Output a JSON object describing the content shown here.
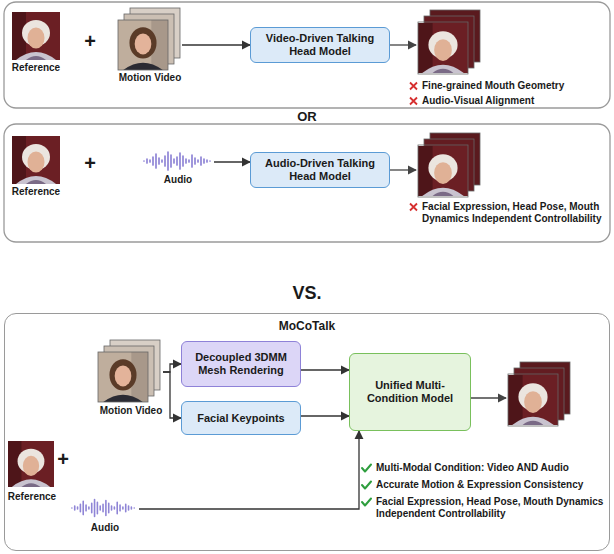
{
  "diagram": {
    "nodes": [
      {
        "text": [
          "Reference"
        ]
      },
      {
        "text": [
          "Motion Video"
        ]
      },
      {
        "text": [
          "Video-Driven Talking Head Model"
        ]
      },
      {
        "text": [
          "Reference"
        ]
      },
      {
        "text": [
          "Audio"
        ]
      },
      {
        "text": [
          "Audio-Driven Talking Head Model"
        ]
      },
      {
        "text": [
          "MoCoTalk"
        ]
      },
      {
        "text": [
          "Motion Video"
        ],
        "in": 6
      },
      {
        "text": [
          "Decoupled 3DMM Mesh Rendering"
        ],
        "in": 6
      },
      {
        "text": [
          "Facial Keypoints"
        ],
        "in": 6
      },
      {
        "text": [
          "Unified Multi-Condition Model"
        ],
        "in": 6
      },
      {
        "text": [
          "Reference"
        ],
        "in": 6
      },
      {
        "text": [
          "Audio"
        ],
        "in": 6
      }
    ],
    "edges": [
      {
        "from": 1,
        "to": 2,
        "arrow": "to"
      },
      {
        "from": 4,
        "to": 5,
        "arrow": "to"
      },
      {
        "from": 7,
        "to": 8,
        "arrow": "to"
      },
      {
        "from": 7,
        "to": 9,
        "arrow": "to"
      },
      {
        "from": 8,
        "to": 10,
        "arrow": "to"
      },
      {
        "from": 9,
        "to": 10,
        "arrow": "to"
      },
      {
        "from": 12,
        "to": 10,
        "arrow": "to"
      }
    ],
    "labels": [
      "+",
      "Fine-grained Mouth Geometry",
      "Audio-Visual Alignment",
      "OR",
      "+",
      "Facial Expression, Head Pose, Mouth Dynamics Independent Controllability",
      "VS.",
      "+",
      "Multi-Modal Condition: Video AND Audio",
      "Accurate Motion & Expression Consistency",
      "Facial Expression, Head Pose, Mouth Dynamics Independent Controllability"
    ]
  }
}
